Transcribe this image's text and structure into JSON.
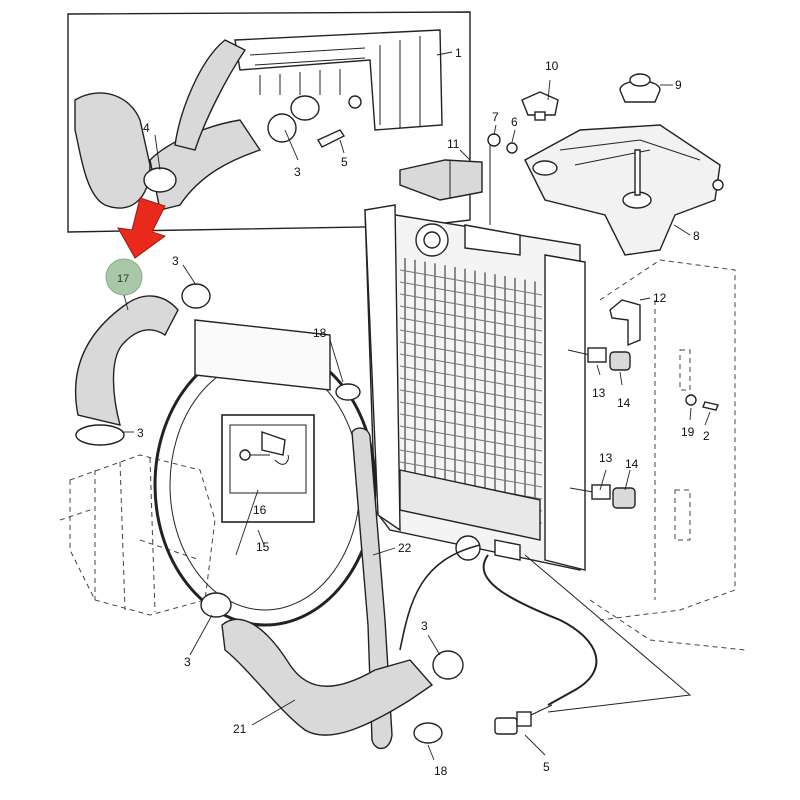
{
  "diagram": {
    "callouts": {
      "c1": "1",
      "c2": "2",
      "c3a": "3",
      "c3b": "3",
      "c3c": "3",
      "c3d": "3",
      "c3e": "3",
      "c4": "4",
      "c5a": "5",
      "c5b": "5",
      "c6": "6",
      "c7": "7",
      "c8": "8",
      "c9": "9",
      "c10": "10",
      "c11": "11",
      "c12": "12",
      "c13a": "13",
      "c13b": "13",
      "c14a": "14",
      "c14b": "14",
      "c15": "15",
      "c16": "16",
      "c17": "17",
      "c18a": "18",
      "c18b": "18",
      "c19": "19",
      "c21": "21",
      "c22": "22"
    },
    "colors": {
      "highlight_arrow": "#e8291c",
      "badge_fill": "#a8c8a8"
    }
  }
}
